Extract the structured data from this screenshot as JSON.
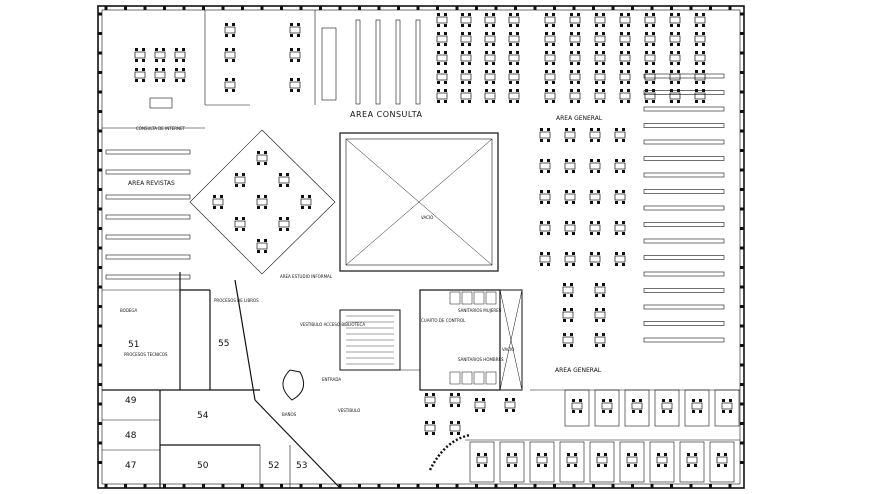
{
  "plan": {
    "area_labels": {
      "area_consulta": "AREA CONSULTA",
      "area_general_top": "AREA GENERAL",
      "area_general_bottom": "AREA GENERAL",
      "area_revistas": "AREA REVISTAS",
      "consulta_internet": "CONSULTA DE INTERNET",
      "area_estudio_informal": "AREA ESTUDIO INFORMAL",
      "vacio": "VACIO",
      "bodega": "BODEGA",
      "procesos_tecnicos": "PROCESOS TECNICOS",
      "proceso_libros": "PROCESOS DE LIBROS",
      "vestibulo_acceso": "VESTIBULO ACCESO BIBLIOTECA",
      "sanitarios_mujeres": "SANITARIOS MUJERES",
      "sanitarios_hombres": "SANITARIOS HOMBRES",
      "cuarto_control": "CUARTO DE CONTROL",
      "vacio_small": "VACIO",
      "entrada": "ENTRADA",
      "vestibulo": "VESTIBULO",
      "baños": "BAÑOS"
    },
    "room_numbers": {
      "r51": "51",
      "r55": "55",
      "r49": "49",
      "r48": "48",
      "r47": "47",
      "r50": "50",
      "r52": "52",
      "r53": "53",
      "r54": "54"
    }
  }
}
